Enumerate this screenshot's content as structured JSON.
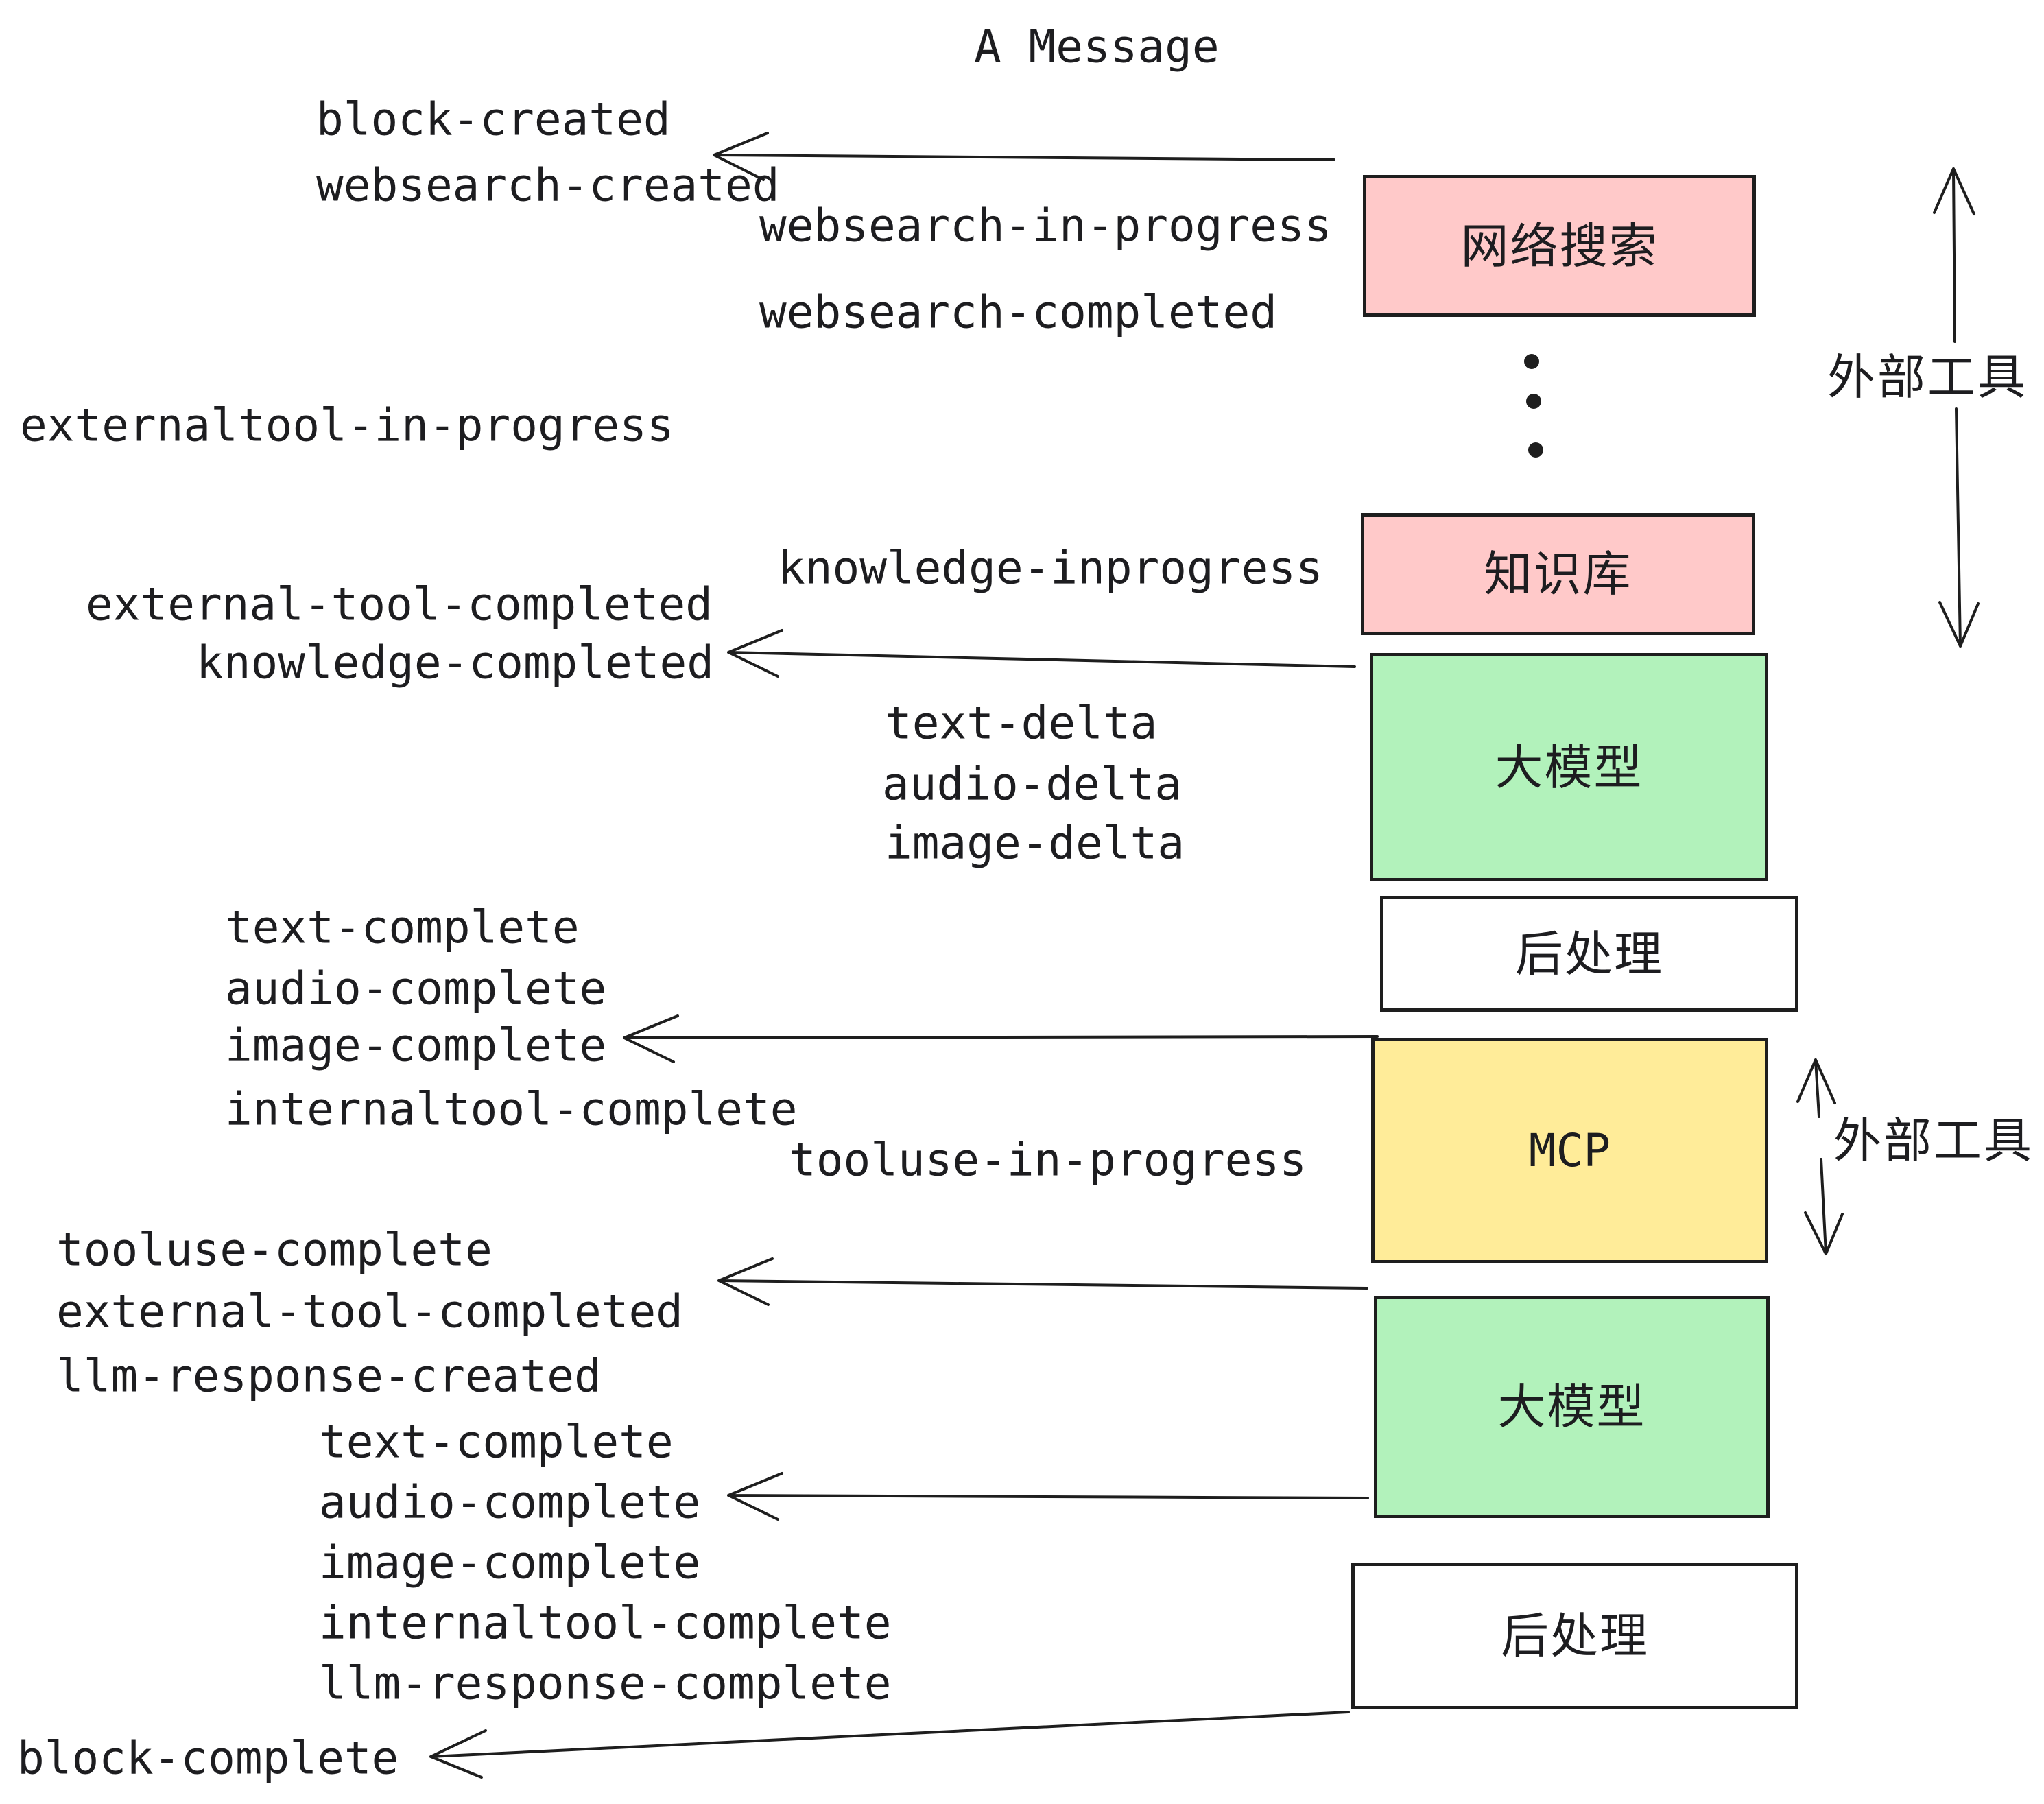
{
  "title": "A Message",
  "colors": {
    "box_pink": "#FFC9C9",
    "box_green": "#B2F2BB",
    "box_yellow": "#FFEC99",
    "box_white": "#FFFFFF",
    "stroke": "#1E1E1E"
  },
  "pipeline_boxes": [
    {
      "id": "websearch",
      "label": "网络搜索",
      "fill": "pink"
    },
    {
      "id": "knowledge",
      "label": "知识库",
      "fill": "pink"
    },
    {
      "id": "llm-first",
      "label": "大模型",
      "fill": "green"
    },
    {
      "id": "postprocess-first",
      "label": "后处理",
      "fill": "white"
    },
    {
      "id": "mcp",
      "label": "MCP",
      "fill": "yellow"
    },
    {
      "id": "llm-second",
      "label": "大模型",
      "fill": "green"
    },
    {
      "id": "postprocess-second",
      "label": "后处理",
      "fill": "white"
    }
  ],
  "side_annotations": [
    {
      "label": "外部工具"
    },
    {
      "label": "外部工具"
    }
  ],
  "events": [
    {
      "label": "block-created"
    },
    {
      "label": "websearch-created"
    },
    {
      "label": "websearch-in-progress"
    },
    {
      "label": "websearch-completed"
    },
    {
      "label": "externaltool-in-progress"
    },
    {
      "label": "knowledge-inprogress"
    },
    {
      "label": "external-tool-completed"
    },
    {
      "label": "knowledge-completed"
    },
    {
      "label": "text-delta"
    },
    {
      "label": "audio-delta"
    },
    {
      "label": "image-delta"
    },
    {
      "label": "text-complete"
    },
    {
      "label": "audio-complete"
    },
    {
      "label": "image-complete"
    },
    {
      "label": "internaltool-complete"
    },
    {
      "label": "tooluse-in-progress"
    },
    {
      "label": "tooluse-complete"
    },
    {
      "label": "external-tool-completed"
    },
    {
      "label": "llm-response-created"
    },
    {
      "label": "text-complete"
    },
    {
      "label": "audio-complete"
    },
    {
      "label": "image-complete"
    },
    {
      "label": "internaltool-complete"
    },
    {
      "label": "llm-response-complete"
    },
    {
      "label": "block-complete"
    }
  ]
}
